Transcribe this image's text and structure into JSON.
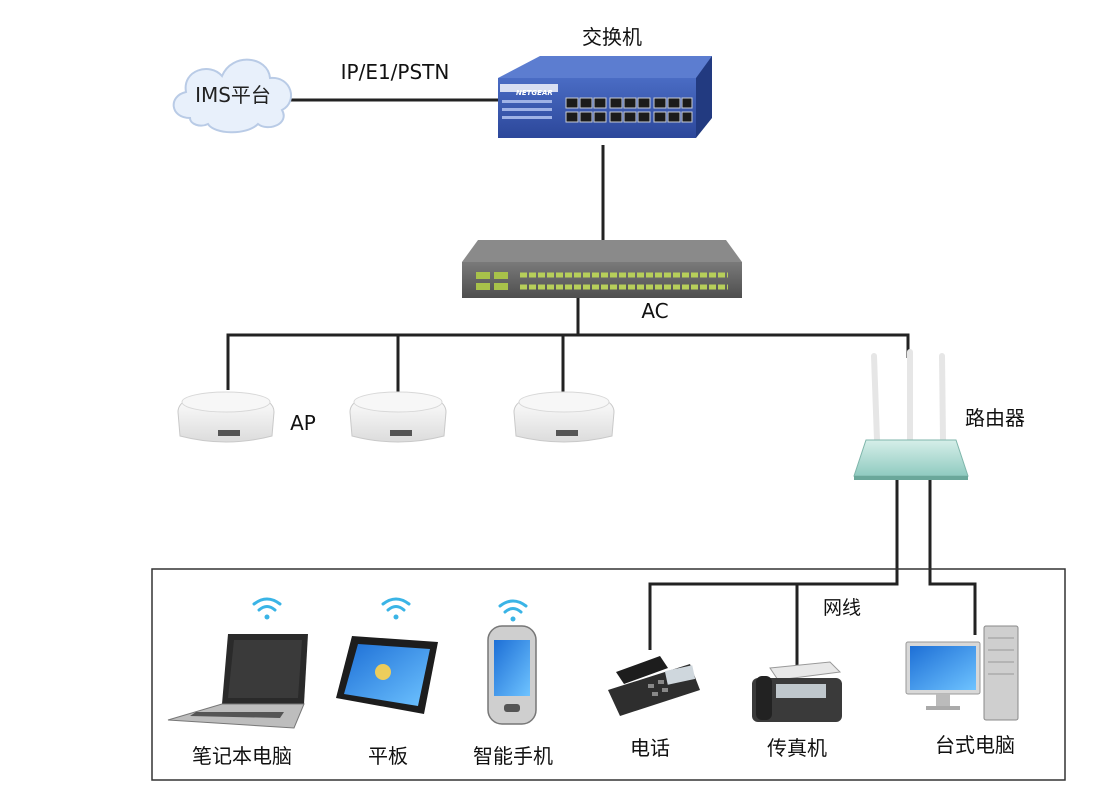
{
  "nodes": {
    "ims": {
      "label": "IMS平台",
      "icon": "cloud-icon"
    },
    "switch": {
      "label": "交换机",
      "brand": "NETGEAR",
      "icon": "network-switch-icon"
    },
    "ac": {
      "label": "AC",
      "icon": "access-controller-icon"
    },
    "ap": {
      "label": "AP",
      "icon": "access-point-icon",
      "count": 3
    },
    "router": {
      "label": "路由器",
      "icon": "wireless-router-icon"
    }
  },
  "links": {
    "ims_switch": "IP/E1/PSTN",
    "wired": "网线"
  },
  "devices": [
    {
      "label": "笔记本电脑",
      "icon": "laptop-icon",
      "wireless": true
    },
    {
      "label": "平板",
      "icon": "tablet-icon",
      "wireless": true
    },
    {
      "label": "智能手机",
      "icon": "smartphone-icon",
      "wireless": true
    },
    {
      "label": "电话",
      "icon": "desk-phone-icon",
      "wireless": false
    },
    {
      "label": "传真机",
      "icon": "fax-machine-icon",
      "wireless": false
    },
    {
      "label": "台式电脑",
      "icon": "desktop-computer-icon",
      "wireless": false
    }
  ],
  "colors": {
    "wifi": "#3ab4e6",
    "switch_body": "#2f4fa0",
    "router_body": "#a9d9cf",
    "line": "#222222"
  }
}
